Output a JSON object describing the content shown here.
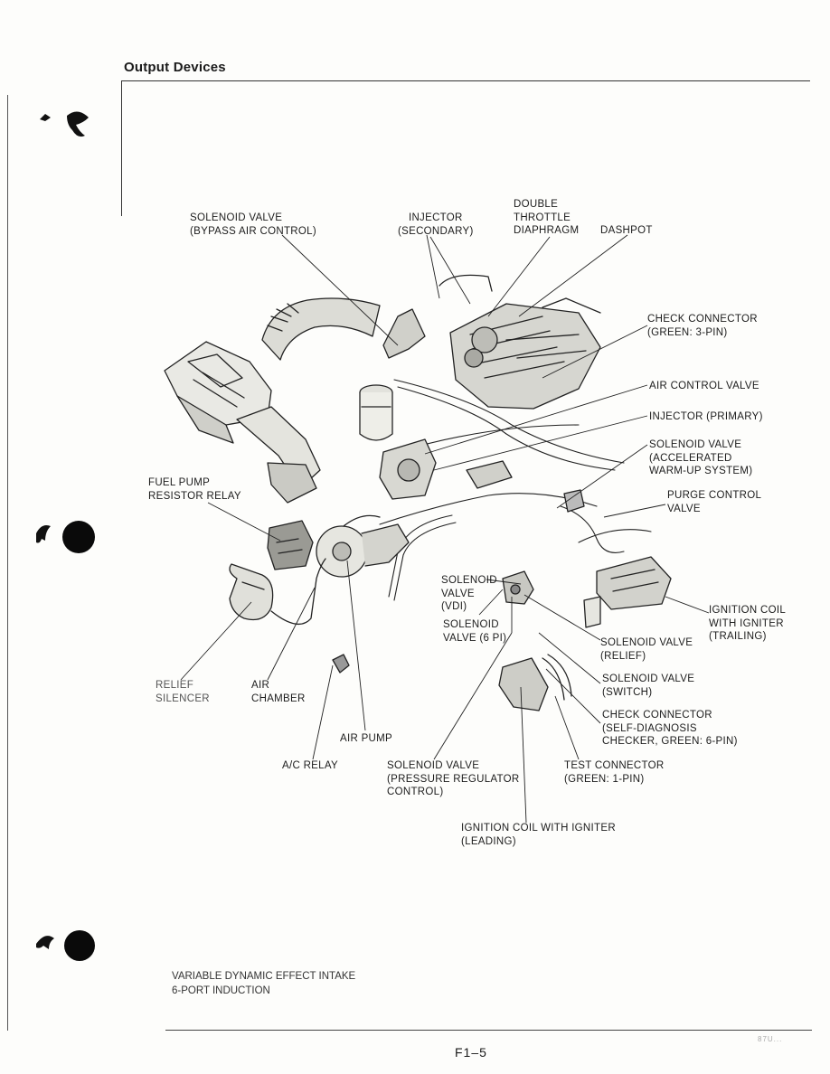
{
  "section_title": "Output Devices",
  "page_number": "F1–5",
  "corner_mark": "87U...",
  "labels": {
    "solenoid_bypass": "SOLENOID VALVE\n(BYPASS AIR CONTROL)",
    "injector_secondary": "INJECTOR\n(SECONDARY)",
    "double_throttle": "DOUBLE\nTHROTTLE\nDIAPHRAGM",
    "dashpot": "DASHPOT",
    "check_connector_3pin": "CHECK CONNECTOR\n(GREEN: 3-PIN)",
    "air_control_valve": "AIR CONTROL VALVE",
    "injector_primary": "INJECTOR (PRIMARY)",
    "solenoid_accel": "SOLENOID VALVE\n(ACCELERATED\nWARM-UP SYSTEM)",
    "fuel_pump_resistor": "FUEL PUMP\nRESISTOR RELAY",
    "purge_control": "PURGE CONTROL\nVALVE",
    "solenoid_vdi": "SOLENOID\nVALVE\n(VDI)",
    "solenoid_6pi": "SOLENOID\nVALVE (6 PI)",
    "ignition_trailing": "IGNITION COIL\nWITH IGNITER\n(TRAILING)",
    "solenoid_relief": "SOLENOID VALVE\n(RELIEF)",
    "relief_silencer": "RELIEF\nSILENCER",
    "air_chamber": "AIR\nCHAMBER",
    "solenoid_switch": "SOLENOID VALVE\n(SWITCH)",
    "check_connector_6pin": "CHECK CONNECTOR\n(SELF-DIAGNOSIS\nCHECKER, GREEN: 6-PIN)",
    "air_pump": "AIR PUMP",
    "ac_relay": "A/C RELAY",
    "solenoid_pressure": "SOLENOID VALVE\n(PRESSURE REGULATOR\nCONTROL)",
    "test_connector": "TEST CONNECTOR\n(GREEN: 1-PIN)",
    "ignition_leading": "IGNITION COIL WITH IGNITER\n(LEADING)"
  },
  "footnotes": [
    "VARIABLE DYNAMIC EFFECT INTAKE",
    "6-PORT INDUCTION"
  ]
}
